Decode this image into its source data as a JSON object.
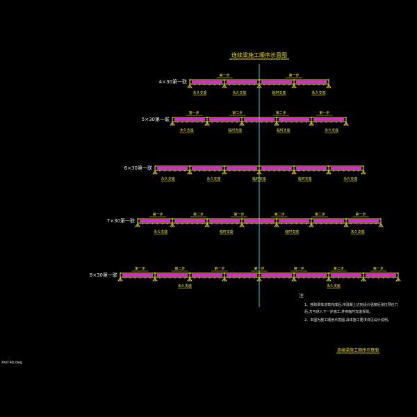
{
  "title": "连续梁施工顺序示意图",
  "colors": {
    "background": "#000000",
    "deck": "#f0e040",
    "concrete": "#ff30ff",
    "centerline": "#40d0e0",
    "text_yellow": "#f0e040",
    "text_white": "#e8e8e8"
  },
  "rows": [
    {
      "label": "4×30第一联",
      "spans": 4,
      "stage_labels": [
        "第一步",
        "第一步"
      ],
      "support_labels": [
        "永久支座",
        "永久支座",
        "临时支座",
        "永久支座"
      ]
    },
    {
      "label": "5×30第一联",
      "spans": 5,
      "stage_labels": [
        "第一步",
        "第二步",
        "第二步",
        "第一步"
      ],
      "support_labels": [
        "永久支座",
        "临时支座",
        "临时支座",
        "永久支座"
      ]
    },
    {
      "label": "6×30第一联",
      "spans": 6,
      "stage_labels": [],
      "support_labels": [
        "永久支座",
        "永久支座",
        "临时支座",
        "临时支座",
        "永久支座"
      ]
    },
    {
      "label": "7×30第一联",
      "spans": 7,
      "stage_labels": [
        "第一步",
        "第二步",
        "第一步",
        "第二步",
        "第二步",
        "第一步"
      ],
      "support_labels": [
        "永久支座",
        "临时支座",
        "临时支座",
        "永久支座"
      ]
    },
    {
      "label": "8×30第一联",
      "spans": 8,
      "stage_labels": [
        "第一步",
        "第二步",
        "第一步",
        "第一步",
        "第一步",
        "第二步",
        "第一步"
      ],
      "support_labels": [
        "永久支座",
        "永久支座"
      ]
    }
  ],
  "notes": {
    "heading": "注",
    "items": [
      "1、各跨梁体浇筑完成后,待混凝土达到设计强度后张拉预应力",
      "   后,方可进入下一步施工,并将临时支座拆除。",
      "2、本图为施工顺序示意图,具体施工要求详见设计说明。"
    ]
  },
  "footer_title": "连续梁施工顺序示意图",
  "corner_text": "Xref 4b.dwg"
}
